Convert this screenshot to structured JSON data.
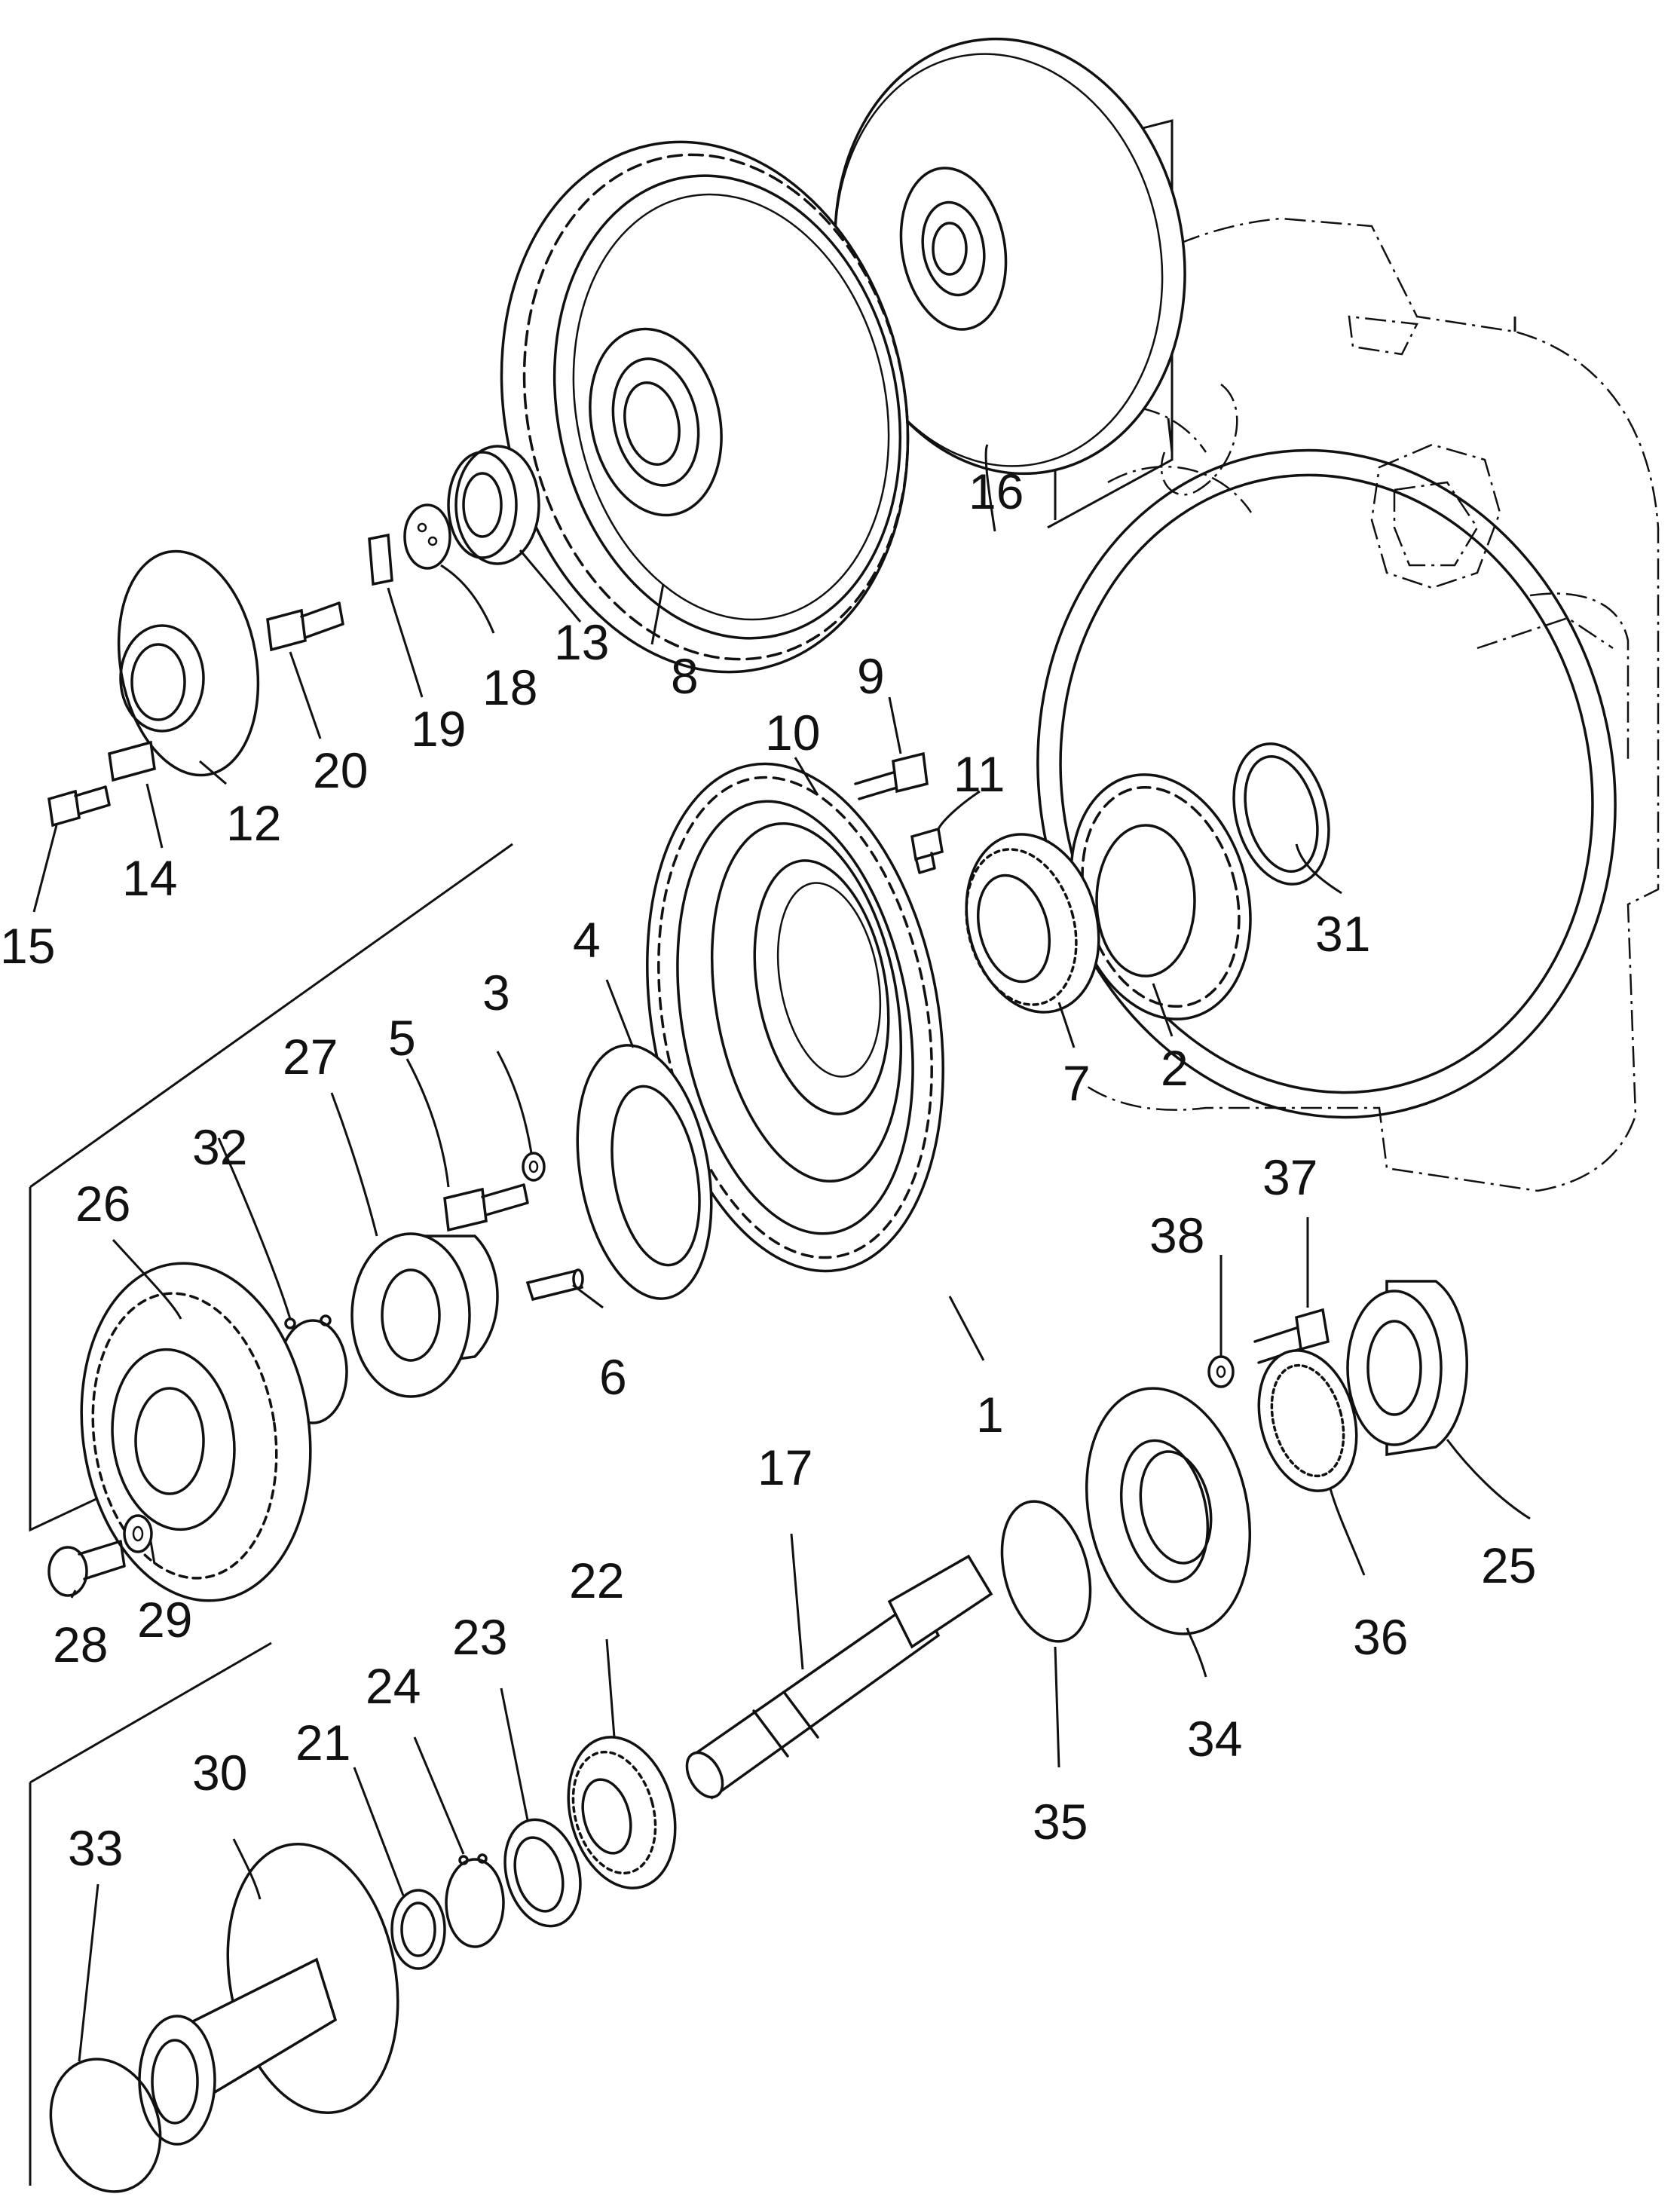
{
  "diagram": {
    "callouts": [
      {
        "id": "1",
        "label": "1"
      },
      {
        "id": "2",
        "label": "2"
      },
      {
        "id": "3",
        "label": "3"
      },
      {
        "id": "4",
        "label": "4"
      },
      {
        "id": "5",
        "label": "5"
      },
      {
        "id": "6",
        "label": "6"
      },
      {
        "id": "7",
        "label": "7"
      },
      {
        "id": "8",
        "label": "8"
      },
      {
        "id": "9",
        "label": "9"
      },
      {
        "id": "10",
        "label": "10"
      },
      {
        "id": "11",
        "label": "11"
      },
      {
        "id": "12",
        "label": "12"
      },
      {
        "id": "13",
        "label": "13"
      },
      {
        "id": "14",
        "label": "14"
      },
      {
        "id": "15",
        "label": "15"
      },
      {
        "id": "16",
        "label": "16"
      },
      {
        "id": "17",
        "label": "17"
      },
      {
        "id": "18",
        "label": "18"
      },
      {
        "id": "19",
        "label": "19"
      },
      {
        "id": "20",
        "label": "20"
      },
      {
        "id": "21",
        "label": "21"
      },
      {
        "id": "22",
        "label": "22"
      },
      {
        "id": "23",
        "label": "23"
      },
      {
        "id": "24",
        "label": "24"
      },
      {
        "id": "25",
        "label": "25"
      },
      {
        "id": "26",
        "label": "26"
      },
      {
        "id": "27",
        "label": "27"
      },
      {
        "id": "28",
        "label": "28"
      },
      {
        "id": "29",
        "label": "29"
      },
      {
        "id": "30",
        "label": "30"
      },
      {
        "id": "31",
        "label": "31"
      },
      {
        "id": "32",
        "label": "32"
      },
      {
        "id": "33",
        "label": "33"
      },
      {
        "id": "34",
        "label": "34"
      },
      {
        "id": "35",
        "label": "35"
      },
      {
        "id": "36",
        "label": "36"
      },
      {
        "id": "37",
        "label": "37"
      },
      {
        "id": "38",
        "label": "38"
      }
    ]
  }
}
